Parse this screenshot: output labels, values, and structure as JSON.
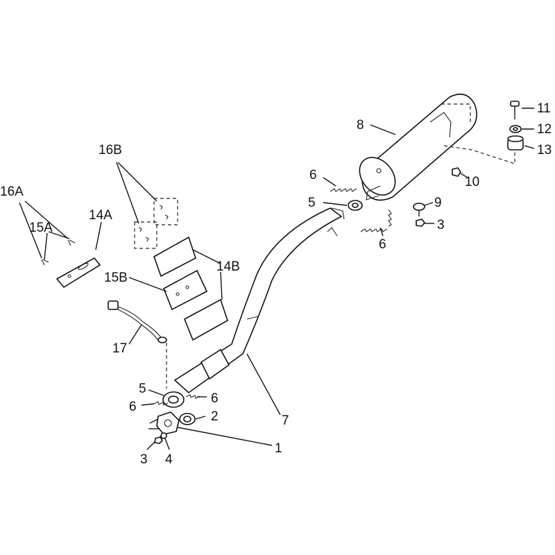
{
  "labels": {
    "l1": "1",
    "l2": "2",
    "l3a": "3",
    "l3b": "3",
    "l4": "4",
    "l5a": "5",
    "l5b": "5",
    "l6a": "6",
    "l6b": "6",
    "l6c": "6",
    "l6d": "6",
    "l7": "7",
    "l8": "8",
    "l9": "9",
    "l10": "10",
    "l11": "11",
    "l12": "12",
    "l13": "13",
    "l14a": "14A",
    "l14b": "14B",
    "l15a": "15A",
    "l15b": "15B",
    "l16a": "16A",
    "l16b": "16B",
    "l17": "17"
  }
}
